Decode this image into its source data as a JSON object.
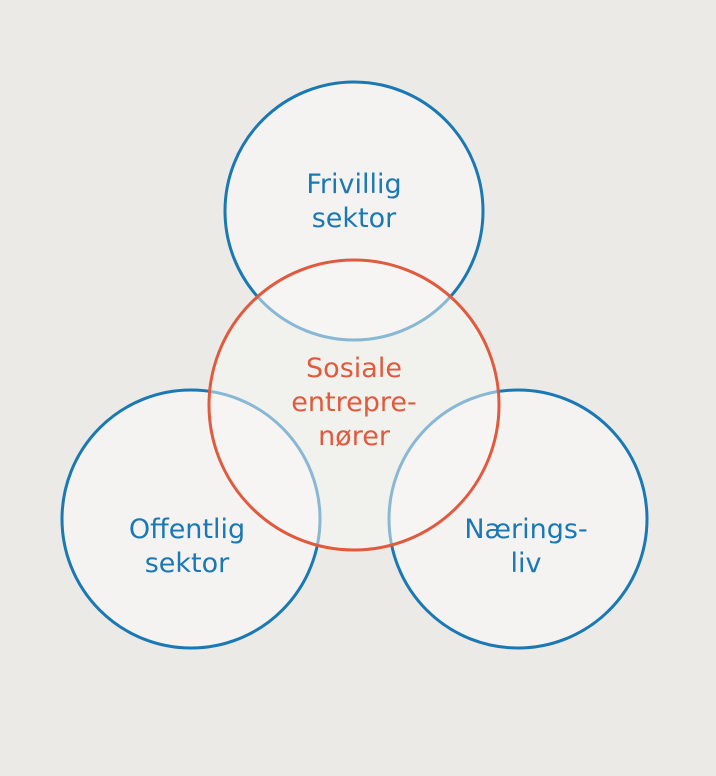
{
  "colors": {
    "sector": "#1a78b4",
    "center": "#e05a3d",
    "background": "#ebeae6",
    "fill": "#f6f5f3"
  },
  "circles": {
    "top": {
      "line1": "Frivillig",
      "line2": "sektor"
    },
    "center": {
      "line1": "Sosiale",
      "line2": "entrepre-",
      "line3": "nører"
    },
    "left": {
      "line1": "Offentlig",
      "line2": "sektor"
    },
    "right": {
      "line1": "Nærings-",
      "line2": "liv"
    }
  }
}
